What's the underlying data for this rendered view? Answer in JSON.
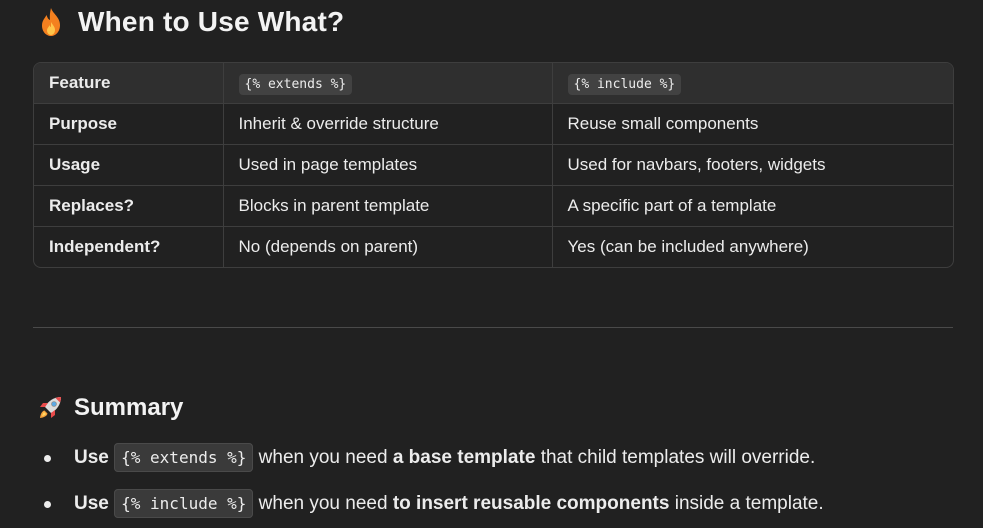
{
  "heading": {
    "title": "When to Use What?",
    "icon": "fire-icon"
  },
  "table": {
    "headers": [
      "Feature",
      "{% extends %}",
      "{% include %}"
    ],
    "rows": [
      [
        "Purpose",
        "Inherit & override structure",
        "Reuse small components"
      ],
      [
        "Usage",
        "Used in page templates",
        "Used for navbars, footers, widgets"
      ],
      [
        "Replaces?",
        "Blocks in parent template",
        "A specific part of a template"
      ],
      [
        "Independent?",
        "No (depends on parent)",
        "Yes (can be included anywhere)"
      ]
    ]
  },
  "summary": {
    "title": "Summary",
    "icon": "rocket-icon",
    "items": [
      {
        "lead": "Use",
        "code": "{% extends %}",
        "mid": "when you need",
        "bold": "a base template",
        "tail": "that child templates will override."
      },
      {
        "lead": "Use",
        "code": "{% include %}",
        "mid": "when you need",
        "bold": "to insert reusable components",
        "tail": "inside a template."
      }
    ]
  },
  "colors": {
    "background": "#212121",
    "header_row": "#2f2f2f",
    "border": "#3e3e3e",
    "code_bg": "#424242",
    "flame": "#f4801f",
    "rocket": "#e94b4b"
  }
}
